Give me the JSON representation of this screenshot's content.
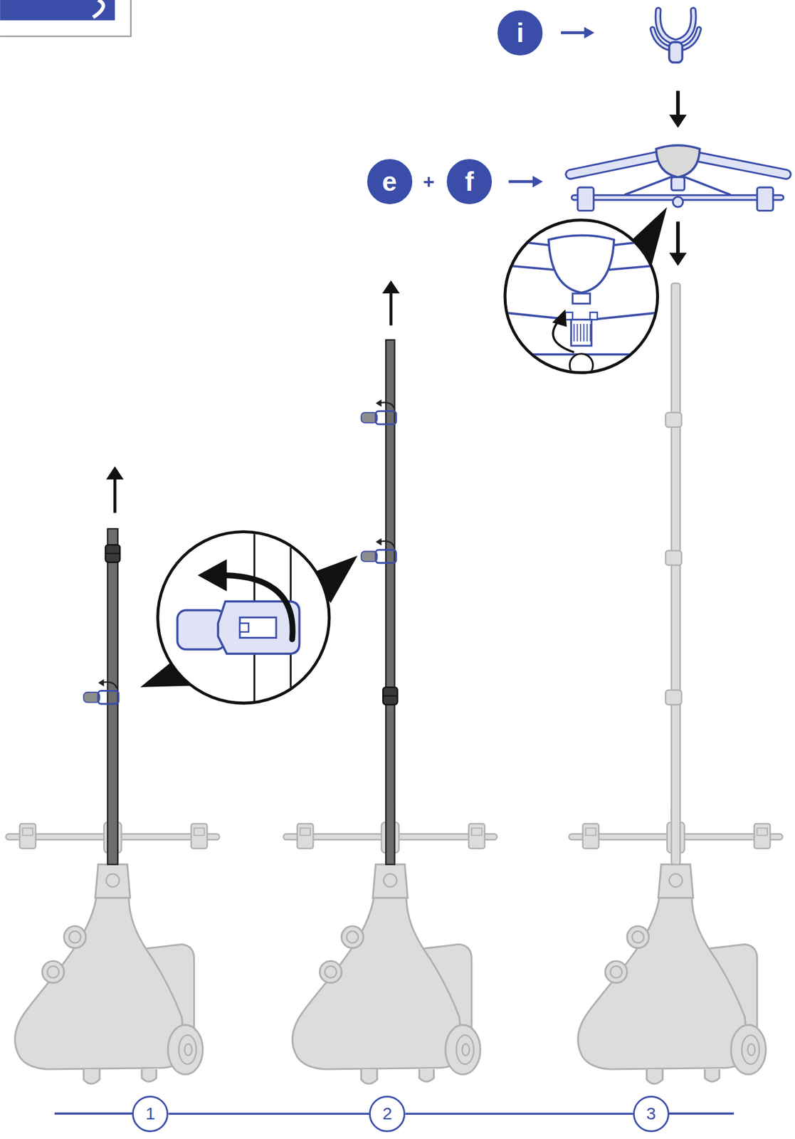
{
  "diagram": {
    "nodes": [
      {
        "text": [
          "i"
        ]
      },
      {
        "text": [
          "e"
        ]
      },
      {
        "text": [
          "f"
        ]
      },
      {
        "text": [
          "1"
        ]
      },
      {
        "text": [
          "2"
        ]
      },
      {
        "text": [
          "3"
        ]
      }
    ],
    "edges": [
      {
        "from": 3,
        "to": 4,
        "arrow": "none"
      },
      {
        "from": 4,
        "to": 5,
        "arrow": "none"
      }
    ],
    "labels": [
      "+"
    ]
  }
}
